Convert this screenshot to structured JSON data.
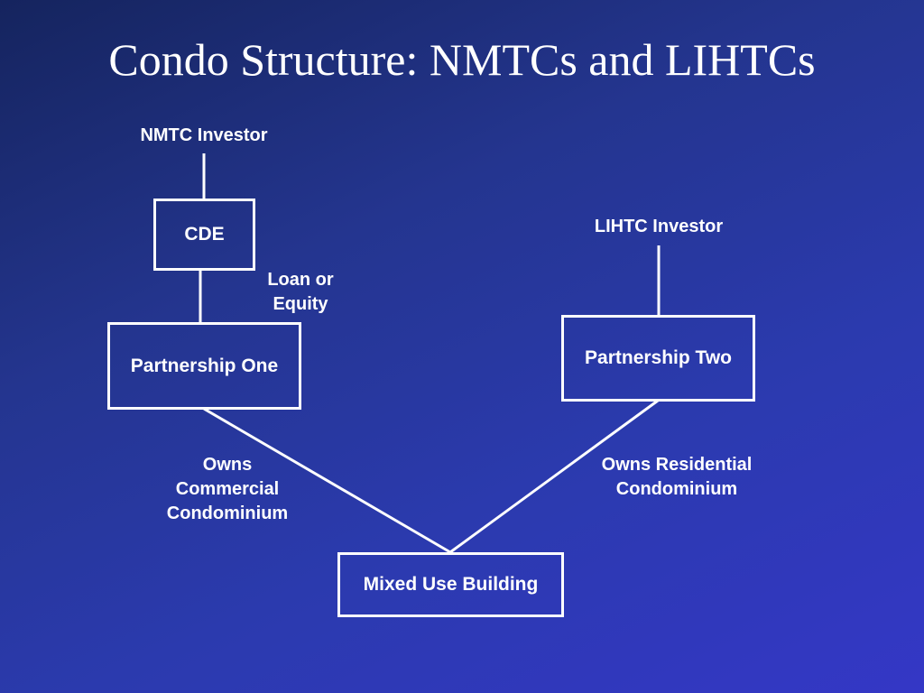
{
  "slide": {
    "title": "Condo Structure: NMTCs and LIHTCs"
  },
  "nodes": {
    "nmtc_investor": "NMTC Investor",
    "cde": "CDE",
    "partnership_one": "Partnership One",
    "lihtc_investor": "LIHTC Investor",
    "partnership_two": "Partnership Two",
    "mixed_use_building": "Mixed Use Building"
  },
  "edge_labels": {
    "loan_or_equity": [
      "Loan or",
      "Equity"
    ],
    "owns_commercial": [
      "Owns",
      "Commercial",
      "Condominium"
    ],
    "owns_residential": [
      "Owns Residential",
      "Condominium"
    ]
  },
  "colors": {
    "background_start": "#15245e",
    "background_end": "#3437c6",
    "foreground": "#ffffff"
  }
}
